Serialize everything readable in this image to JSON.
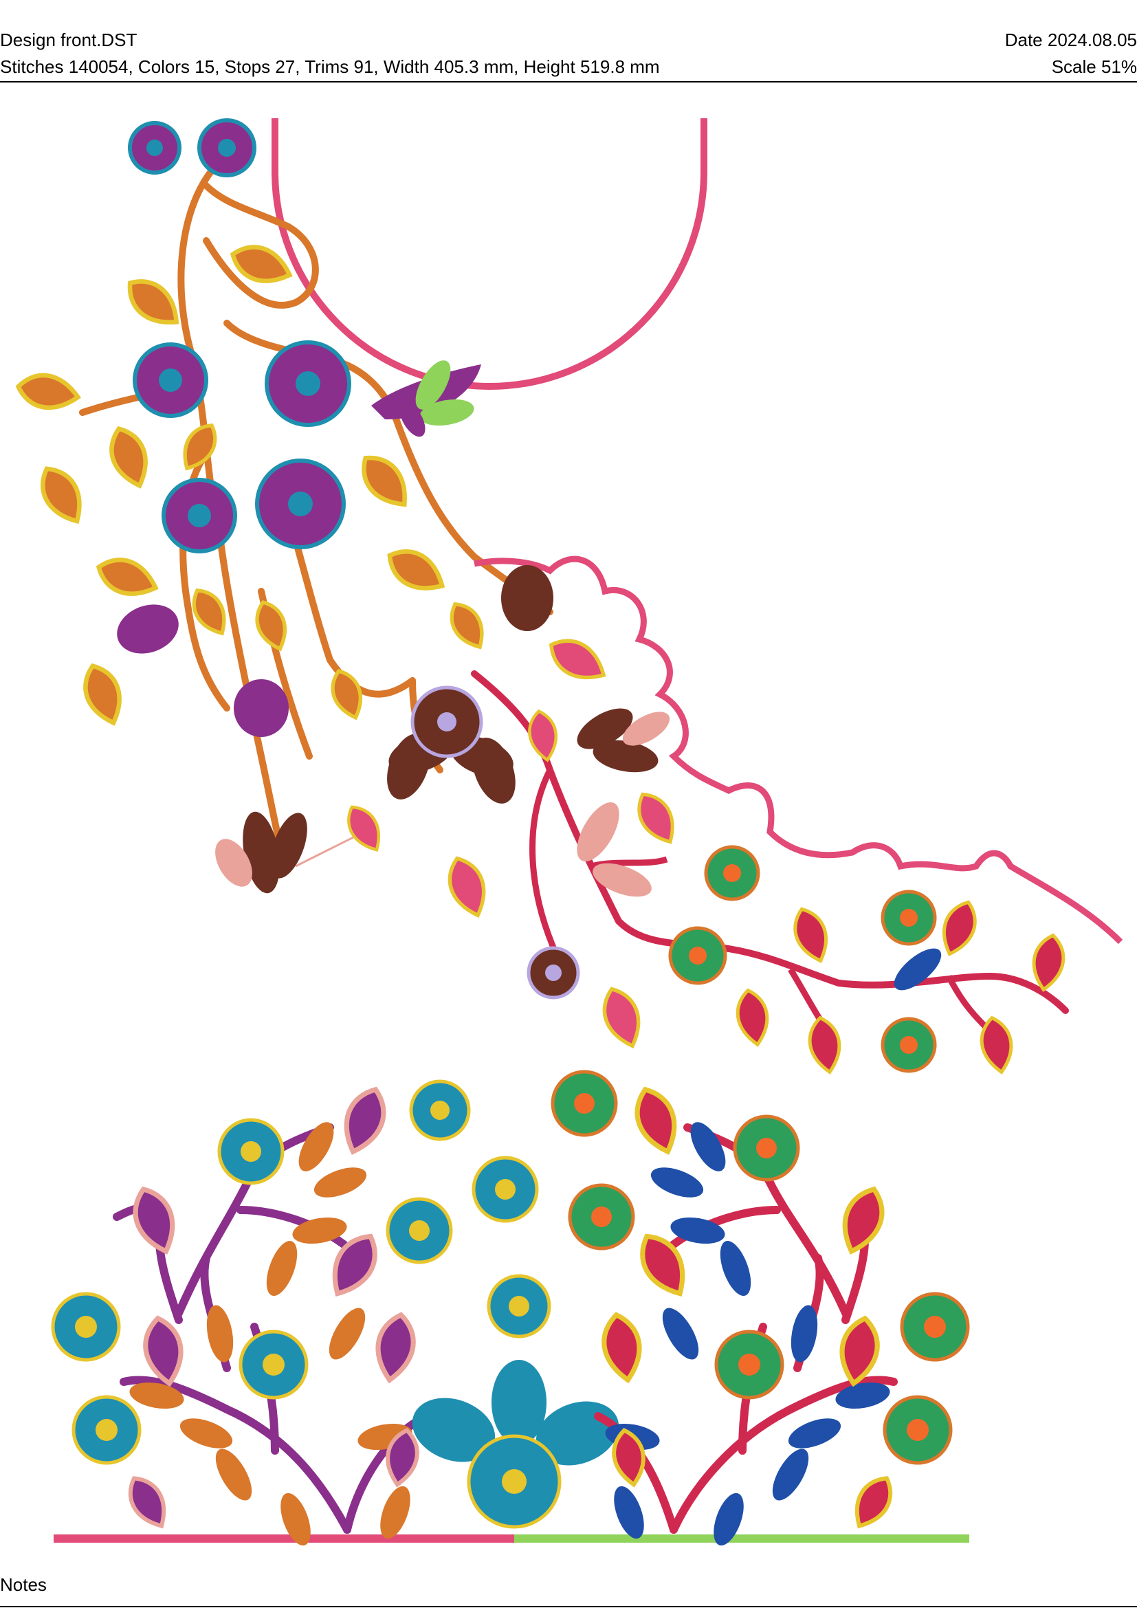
{
  "header": {
    "design_name": "Design front.DST",
    "date": "Date 2024.08.05",
    "stats": "Stitches 140054, Colors 15, Stops 27, Trims 91, Width 405.3 mm, Height 519.8 mm",
    "scale": "Scale 51%"
  },
  "footer": {
    "notes_label": "Notes"
  },
  "colors": {
    "orange": "#d9772b",
    "purple": "#8a2f8c",
    "teal": "#1f8fb0",
    "pink": "#e24a78",
    "crimson": "#d0294f",
    "brown": "#6b3022",
    "blush": "#e9a39a",
    "green": "#2e9e5b",
    "blue": "#1f4fa8",
    "lime": "#8fd35b",
    "gold": "#e7c52d",
    "lilac": "#b7a6e0"
  }
}
